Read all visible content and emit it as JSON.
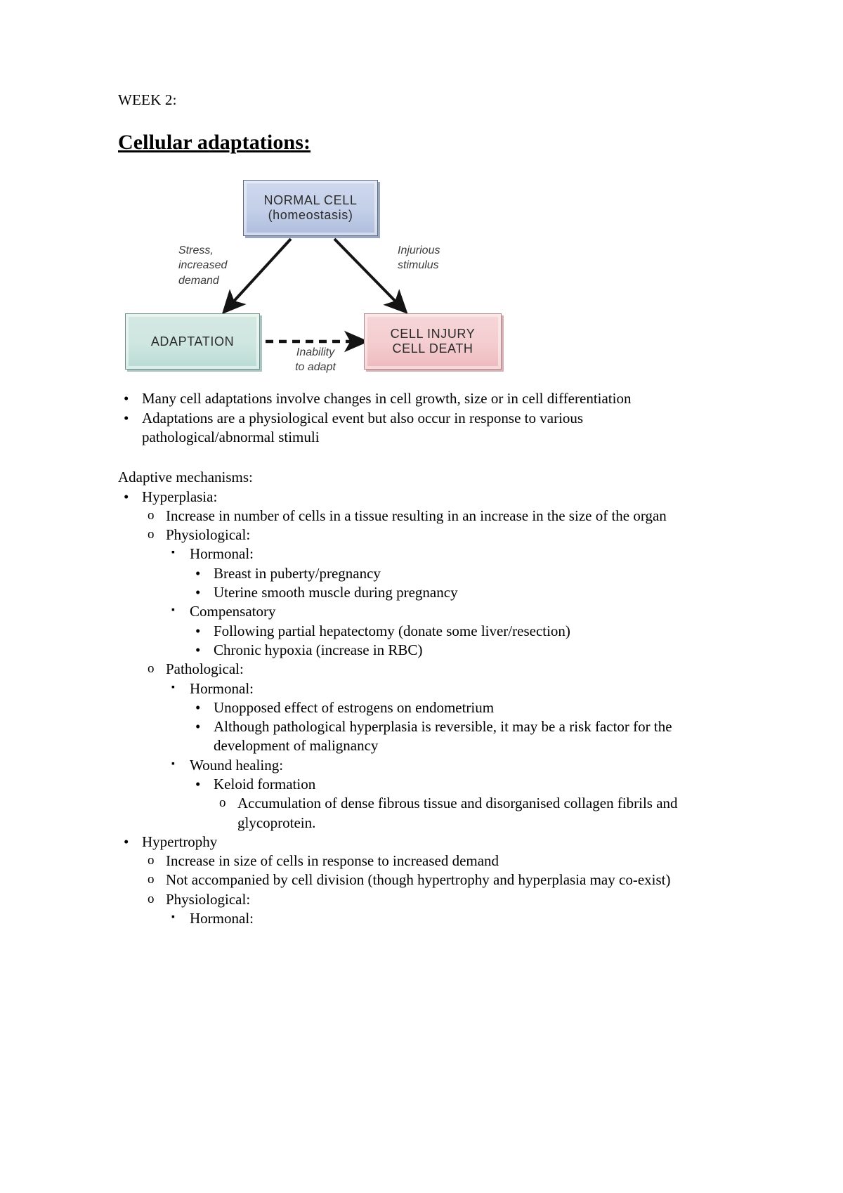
{
  "document": {
    "week_line": "WEEK 2:",
    "title": "Cellular adaptations:",
    "adaptive_heading": "Adaptive mechanisms:"
  },
  "figure": {
    "normal_cell": {
      "line1": "NORMAL CELL",
      "line2": "(homeostasis)"
    },
    "adaptation": {
      "line1": "ADAPTATION"
    },
    "cell_injury": {
      "line1": "CELL INJURY",
      "line2": "CELL DEATH"
    },
    "label_stress": "Stress,\nincreased\ndemand",
    "label_injurious": "Injurious\nstimulus",
    "label_inability": "Inability\nto adapt",
    "colors": {
      "normal_cell_fill": "#c3cfe8",
      "adaptation_fill": "#cfe6e0",
      "cell_injury_fill": "#f4cdd0",
      "arrow": "#141414"
    }
  },
  "intro_bullets": [
    "Many cell adaptations involve changes in cell growth, size or in cell differentiation",
    "Adaptations are a physiological event but also occur in response to various pathological/abnormal stimuli"
  ],
  "outline": {
    "hyperplasia": {
      "label": "Hyperplasia:",
      "increase": "Increase in number of cells in a tissue resulting in an increase in the size of the organ",
      "physiological": {
        "label": "Physiological:",
        "hormonal": {
          "label": "Hormonal:",
          "items": [
            "Breast in puberty/pregnancy",
            "Uterine smooth muscle during pregnancy"
          ]
        },
        "compensatory": {
          "label": "Compensatory",
          "items": [
            "Following partial hepatectomy (donate some liver/resection)",
            "Chronic hypoxia (increase in RBC)"
          ]
        }
      },
      "pathological": {
        "label": "Pathological:",
        "hormonal": {
          "label": "Hormonal:",
          "items": [
            "Unopposed effect of estrogens on endometrium",
            "Although pathological hyperplasia is reversible, it may be a risk factor for the development of malignancy"
          ]
        },
        "wound_healing": {
          "label": "Wound healing:",
          "keloid": "Keloid formation",
          "keloid_detail": "Accumulation of dense fibrous tissue and disorganised collagen fibrils and glycoprotein."
        }
      }
    },
    "hypertrophy": {
      "label": "Hypertrophy",
      "increase": "Increase in size of cells in response to increased demand",
      "not_accompanied": "Not accompanied by cell division (though hypertrophy and hyperplasia may co-exist)",
      "physiological": {
        "label": "Physiological:",
        "hormonal": {
          "label": "Hormonal:"
        }
      }
    }
  },
  "markers": {
    "disc": "•",
    "circle": "o",
    "square": "▪"
  }
}
